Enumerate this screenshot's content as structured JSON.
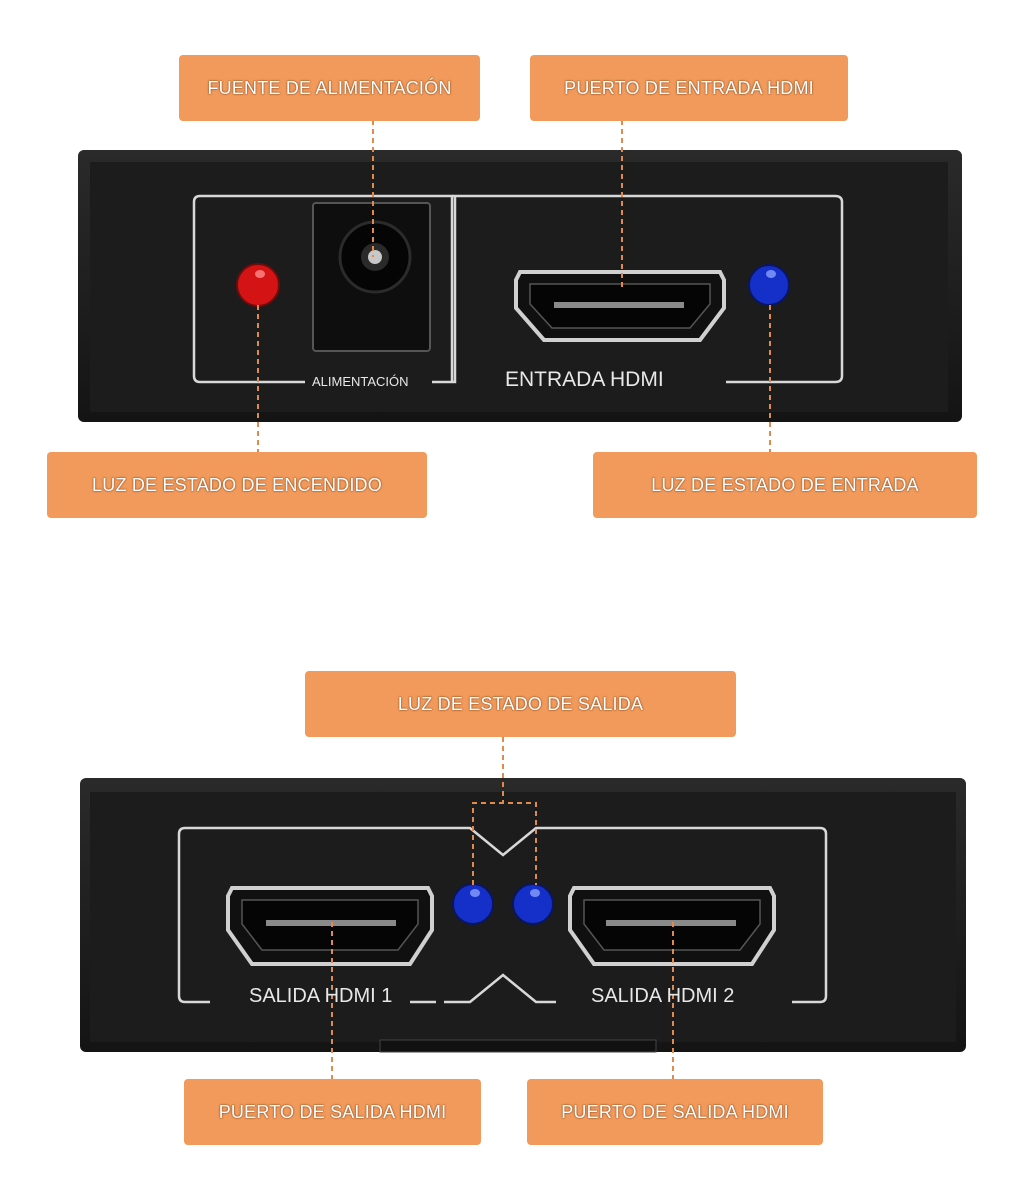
{
  "top": {
    "callouts": {
      "power_supply": "FUENTE DE ALIMENTACIÓN",
      "hdmi_input_port": "PUERTO DE ENTRADA HDMI",
      "power_status_light": "LUZ DE ESTADO DE ENCENDIDO",
      "input_status_light": "LUZ DE ESTADO DE ENTRADA"
    },
    "panel": {
      "power_label": "ALIMENTACIÓN",
      "input_label": "ENTRADA HDMI"
    }
  },
  "bottom": {
    "callouts": {
      "output_status_light": "LUZ DE ESTADO DE SALIDA",
      "hdmi_output_port_1": "PUERTO DE SALIDA HDMI",
      "hdmi_output_port_2": "PUERTO DE SALIDA HDMI"
    },
    "panel": {
      "output_1_label": "SALIDA HDMI 1",
      "output_2_label": "SALIDA HDMI 2"
    }
  },
  "colors": {
    "callout": "#f19a5b",
    "leader": "#e08a4e",
    "led_red": "#d41414",
    "led_blue": "#1530c8",
    "device": "#1c1c1c",
    "outline": "#d8d8d8"
  }
}
